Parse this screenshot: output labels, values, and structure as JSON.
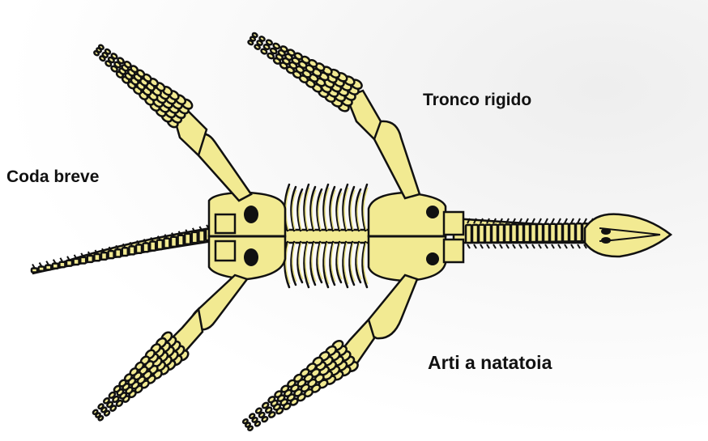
{
  "labels": {
    "tronco": "Tronco rigido",
    "coda": "Coda breve",
    "arti": "Arti a natatoia"
  },
  "colors": {
    "bone_fill": "#f2ea92",
    "outline": "#111111",
    "background": "#ffffff"
  }
}
